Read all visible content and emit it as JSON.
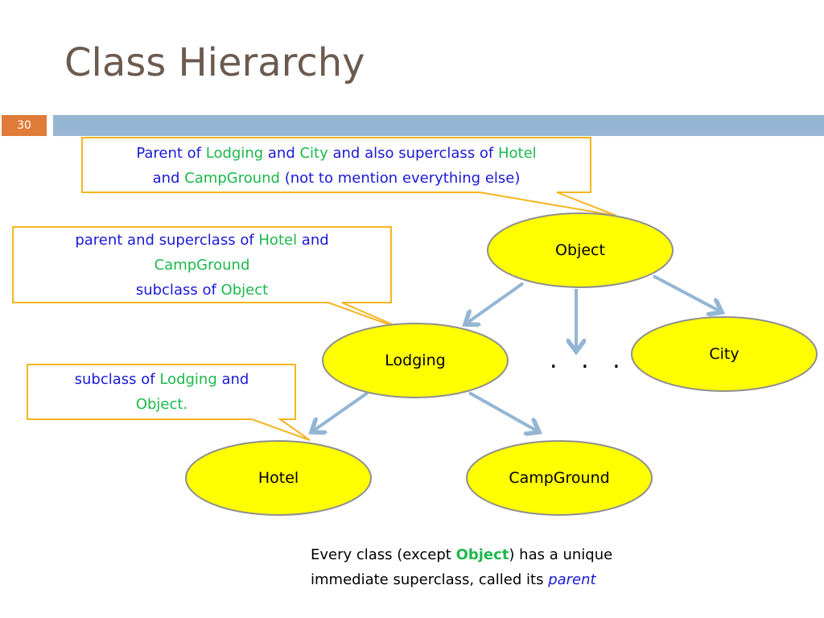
{
  "slide": {
    "title": "Class Hierarchy",
    "number": "30"
  },
  "colors": {
    "title": "#6b5a4f",
    "header_bar": "#96b6d3",
    "slide_number_bg": "#e07b39",
    "node_fill": "#ffff00",
    "node_stroke": "#8f8f8f",
    "arrow": "#94b6d4",
    "callout_stroke": "#f5b51e",
    "class_name": "#1db84c",
    "text": "#1a1ad4"
  },
  "nodes": {
    "object": "Object",
    "lodging": "Lodging",
    "city": "City",
    "hotel": "Hotel",
    "campground": "CampGround",
    "ellipsis": ". . ."
  },
  "callouts": {
    "object": {
      "t1": "Parent of ",
      "c1": "Lodging",
      "t2": " and ",
      "c2": "City",
      "t3": " and also superclass of ",
      "c3": "Hotel",
      "t4": "and ",
      "c4": "CampGround",
      "t5": "  (not to mention everything else)"
    },
    "lodging": {
      "t1": "parent and superclass of ",
      "c1": "Hotel",
      "t2": " and",
      "c2": "CampGround",
      "t3": "subclass of ",
      "c3": "Object"
    },
    "hotel": {
      "t1": "subclass of ",
      "c1": "Lodging",
      "t2": " and",
      "c2": "Object."
    }
  },
  "note": {
    "t1": "Every class (except ",
    "b1": "Object",
    "t2": ") has a unique immediate superclass, called its ",
    "i1": "parent"
  }
}
